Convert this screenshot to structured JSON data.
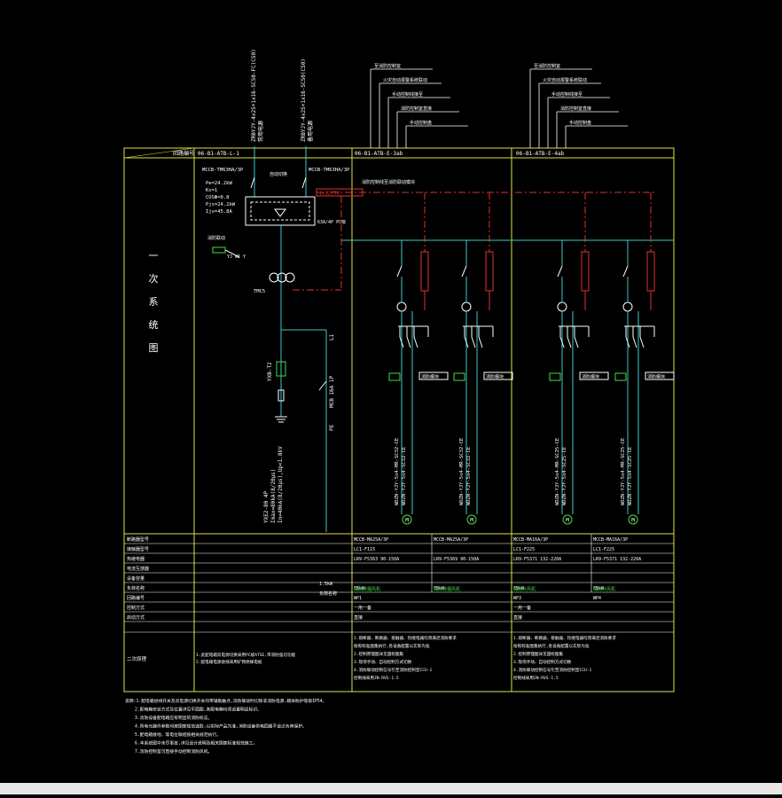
{
  "colors": {
    "background": "#000000",
    "frame": "#e0e040",
    "white": "#ffffff",
    "bus": "#40c8c8",
    "control": "#e03030",
    "green": "#40e040"
  },
  "header": {
    "row_label": "回路编号",
    "panel_left": "06-B1-ATB-L-1",
    "panel_mid": "06-B1-ATB-E-3ab",
    "panel_right": "06-B1-ATB-E-4ab"
  },
  "side_title": "一次系统图",
  "incoming": {
    "cable_1": "ZRBYJY-4x25+1x16-SC50-FC(C50)",
    "cable_1_sub": "常用电源",
    "cable_2": "ZRBYJY-4x25+1x16-SC50(C50)",
    "cable_2_sub": "备用电源",
    "breaker_1": "MCCB-TM63HA/3P",
    "breaker_2": "MCCB-TM63HA/3P",
    "ats_label": "自动切换",
    "params": [
      "Pe=24.2kW",
      "Kx=1",
      "COSΦ=0.8",
      "Pjs=24.2kW",
      "Ijs=45.8A"
    ],
    "ats_rating": "63A/4P PC级",
    "fire_tag": "消防联动",
    "fire_sub": "YJ WI Y",
    "arrester": "YXB-T2",
    "spd": "YXE2-80 4P",
    "spd_sub1": "Imax=80kA(8/20μs)",
    "spd_sub2": "In=40kA(8/20μs),Up<1.8kV",
    "neutral_tag": "L1",
    "meter_tag": "MCB 16A 1P",
    "pe_tag": "PE",
    "control_bus_label": "消防控制线至消防联动模块",
    "control_box": "1x12FTK"
  },
  "feeders": [
    {
      "cable": "WDZN-YJY-5x4-MR-SC32-CE",
      "cable2": "WDZN-YJY-5x4-SC32-CE",
      "motor": "M"
    },
    {
      "cable": "WDZN-YJY-5x4-MR-SC32-CE",
      "cable2": "WDZN-YJY-5x4-SC32-CE",
      "motor": "M"
    },
    {
      "cable": "WDZN-YJY-5x4-MR-SC25-CE",
      "cable2": "WDZN-YJY-5x4-SC25-CE",
      "motor": "M"
    },
    {
      "cable": "WDZN-YJY-5x4-MR-SC25-CE",
      "cable2": "WDZN-YJY-5x4-SC25-CE",
      "motor": "M"
    }
  ],
  "feeder_top_labels": {
    "group_a": [
      "至消防控制室",
      "火灾自动报警系统联动",
      "手动控制线接至",
      "消防控制室直接",
      "手动控制盘"
    ],
    "group_b": [
      "至消防控制室",
      "火灾自动报警系统联动",
      "手动控制线接至",
      "消防控制室直接",
      "手动控制盘"
    ]
  },
  "fire_box": "消防模块",
  "table": {
    "rows": [
      {
        "label": "断路器型号",
        "c1": "MCCB-MA25A/3P",
        "c2": "MCCB-MA25A/3P",
        "c3": "MCCB-MA16A/3P",
        "c4": "MCCB-MA16A/3P"
      },
      {
        "label": "接触器型号",
        "c1": "LC1-F115",
        "c2": "",
        "c3": "LC1-F225",
        "c4": "LC1-F225"
      },
      {
        "label": "热继电器",
        "c1": "LR9-F5363 90-150A",
        "c2": "LR9-F5369 90-150A",
        "c3": "LR9-F5371 132-220A",
        "c4": "LR9-F5371 132-220A"
      },
      {
        "label": "电流互感器",
        "c1": "",
        "c2": "",
        "c3": "",
        "c4": ""
      },
      {
        "label": "设备容量",
        "c1": "",
        "c2": "",
        "c3": "",
        "c4": ""
      },
      {
        "label": "负荷名称",
        "c1": "55kW",
        "c2": "55kW",
        "c3": "55kW",
        "c4": "55kW"
      },
      {
        "label": "回路编号",
        "c1": "WP1",
        "c2": "",
        "c3": "WP3",
        "c4": "WP4"
      },
      {
        "label": "控制方式",
        "c1": "一用一备",
        "c2": "",
        "c3": "一用一备",
        "c4": ""
      },
      {
        "label": "启动方式",
        "c1": "直接",
        "c2": "",
        "c3": "直接",
        "c4": ""
      }
    ],
    "left_small": [
      "1.5kW",
      "负荷名称"
    ],
    "green_1": "消防排烟风机",
    "green_2": "消防排烟风机",
    "green_3": "消防补风机",
    "green_4": "消防补风机",
    "remark_label": "二次原理",
    "remark_left": [
      "1.此配电箱双电源切换采用PC级ATSE,带消防强切功能",
      "2.配电箱电源进线采用矿物绝缘电缆"
    ],
    "remark_mid": [
      "1.熔断器、断路器、接触器、热继电器均须满足消防要求",
      "按照标准图集执行,各设备配置以实际为准",
      "2.控制原理图详见国标图集",
      "3.现场手动、自动控制方式切换",
      "4.消防联动控制信号引至消防控制室CCU-1",
      "控制线采用ZN-RVS-1.5"
    ],
    "remark_right": [
      "1.熔断器、断路器、接触器、热继电器均须满足消防要求",
      "按照标准图集执行,各设备配置以实际为准",
      "2.控制原理图详见国标图集",
      "3.现场手动、自动控制方式切换",
      "4.消防联动控制信号引至消防控制室CCU-1",
      "控制线采用ZN-RVS-1.5"
    ]
  },
  "notes": [
    "说明:1.配电箱进线开关及双电源切换开关均带辅助触点,消防联动时切除非消防电源,箱体防护等级IP54。",
    "2.配电箱安装方式及位置详见平面图,各配电箱均须设置明显标识。",
    "3.消防设备配电箱应有明显的消防标志。",
    "4.所有元器件参数均按国家规范选取,以实际产品为准,消防设备供电回路不设过负荷保护。",
    "5.配电箱接地、等电位联结按相关规范执行。",
    "6.本系统图中未尽事宜,详见设计说明及相关国家标准规范施工。",
    "7.消防控制室可直接手动控制消防风机。"
  ]
}
